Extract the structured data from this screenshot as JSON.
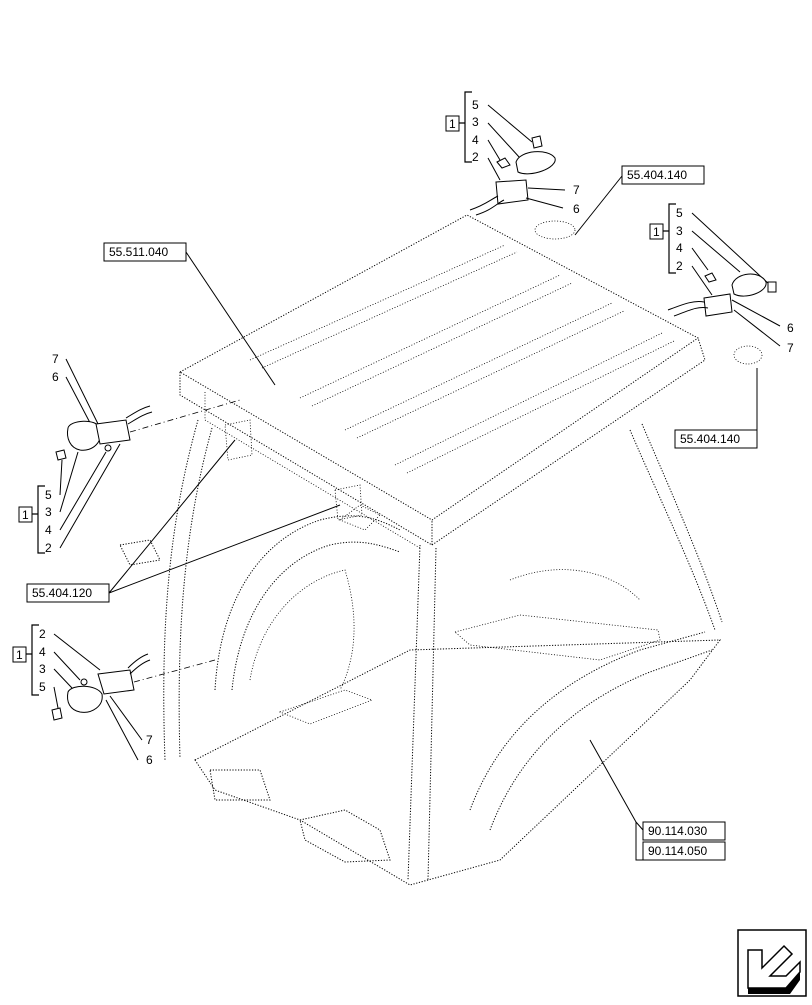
{
  "references": {
    "ref_55_511_040": "55.511.040",
    "ref_55_404_140_top": "55.404.140",
    "ref_55_404_140_right": "55.404.140",
    "ref_55_404_120": "55.404.120",
    "ref_90_114_030": "90.114.030",
    "ref_90_114_050": "90.114.050"
  },
  "groups": {
    "top": {
      "box": "1",
      "items": [
        "5",
        "3",
        "4",
        "2"
      ],
      "side": [
        "7",
        "6"
      ]
    },
    "right": {
      "box": "1",
      "items": [
        "5",
        "3",
        "4",
        "2"
      ],
      "side": [
        "6",
        "7"
      ]
    },
    "left_upper": {
      "box": "1",
      "items": [
        "5",
        "3",
        "4",
        "2"
      ],
      "side": [
        "7",
        "6"
      ]
    },
    "left_lower": {
      "box": "1",
      "items": [
        "2",
        "4",
        "3",
        "5"
      ],
      "side": [
        "7",
        "6"
      ]
    }
  },
  "nav": {
    "icon": "next-page-arrow-icon"
  }
}
